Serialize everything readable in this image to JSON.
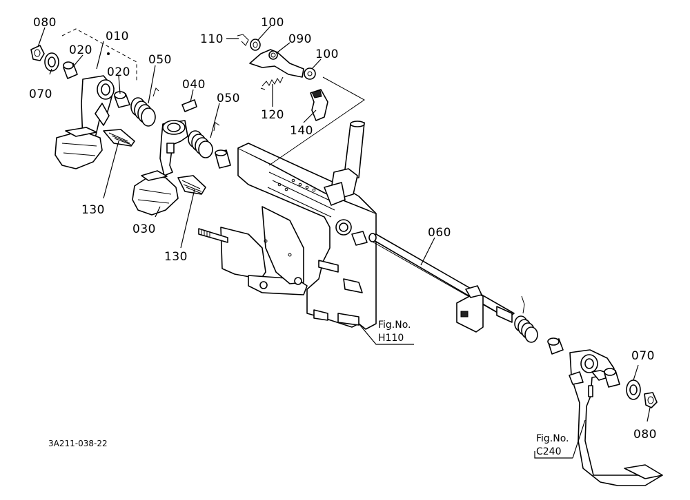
{
  "labels": {
    "p010": "010",
    "p020a": "020",
    "p020b": "020",
    "p030": "030",
    "p040": "040",
    "p050a": "050",
    "p050b": "050",
    "p060": "060",
    "p070a": "070",
    "p070b": "070",
    "p080a": "080",
    "p080b": "080",
    "p090": "090",
    "p100a": "100",
    "p100b": "100",
    "p110": "110",
    "p120": "120",
    "p130a": "130",
    "p130b": "130",
    "p140": "140"
  },
  "refs": {
    "h110_line1": "Fig.No.",
    "h110_line2": "H110",
    "c240_line1": "Fig.No.",
    "c240_line2": "C240"
  },
  "drawing_code": "3A211-038-22"
}
